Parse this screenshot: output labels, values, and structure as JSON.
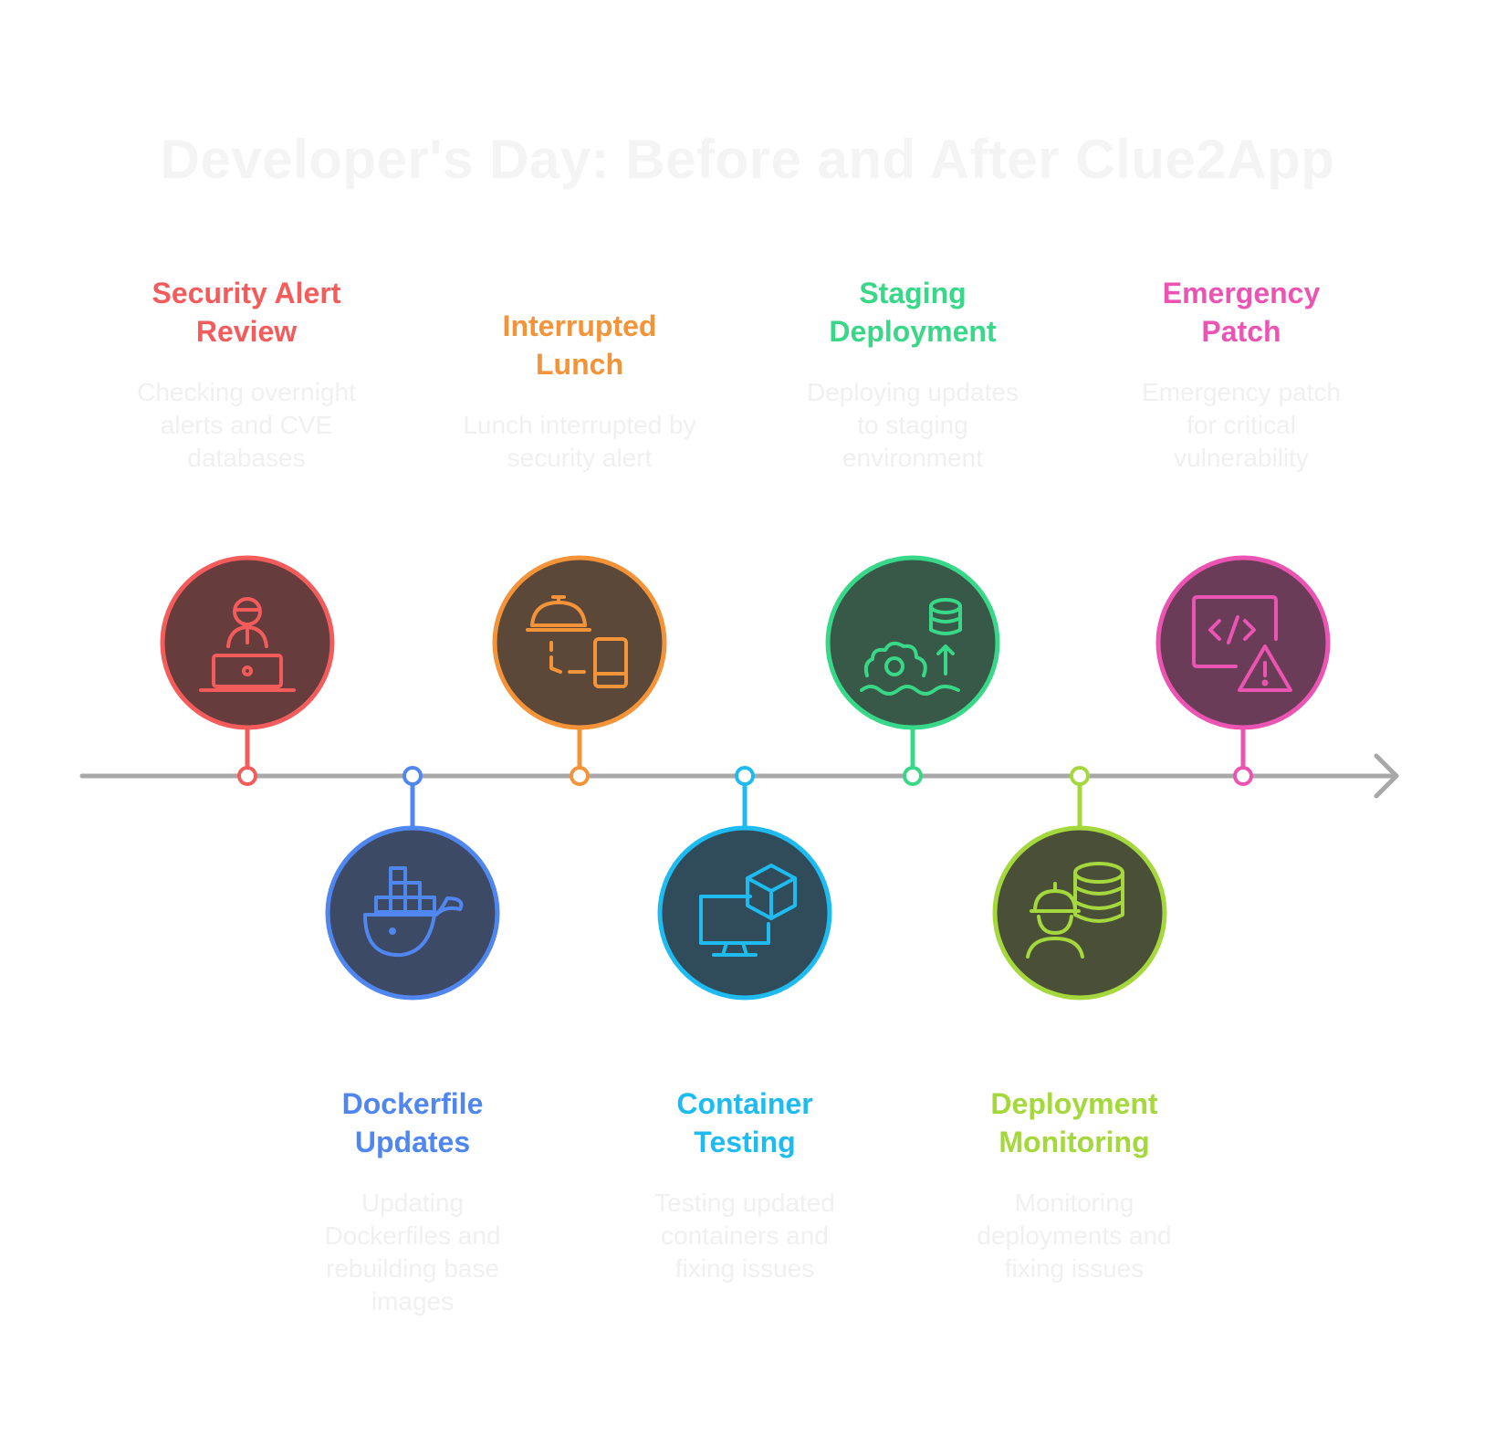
{
  "title": "Developer's Day: Before and After Clue2App",
  "steps": [
    {
      "title_line1": "Security Alert",
      "title_line2": "Review",
      "desc": [
        "Checking overnight",
        "alerts and CVE",
        "databases"
      ],
      "color": "#f45c5c",
      "fill": "#663c3c",
      "icon": "developer-laptop-icon"
    },
    {
      "title_line1": "Dockerfile",
      "title_line2": "Updates",
      "desc": [
        "Updating",
        "Dockerfiles and",
        "rebuilding base",
        "images"
      ],
      "color": "#4f86f0",
      "fill": "#3d4a66",
      "icon": "docker-whale-icon"
    },
    {
      "title_line1": "Interrupted",
      "title_line2": "Lunch",
      "desc": [
        "Lunch interrupted by",
        "security alert"
      ],
      "color": "#f49338",
      "fill": "#5c4838",
      "icon": "food-cloche-phone-icon"
    },
    {
      "title_line1": "Container",
      "title_line2": "Testing",
      "desc": [
        "Testing updated",
        "containers and",
        "fixing issues"
      ],
      "color": "#1ebbf0",
      "fill": "#304c5a",
      "icon": "monitor-cube-icon"
    },
    {
      "title_line1": "Staging",
      "title_line2": "Deployment",
      "desc": [
        "Deploying updates",
        "to staging",
        "environment"
      ],
      "color": "#38d888",
      "fill": "#385848",
      "icon": "database-ship-icon"
    },
    {
      "title_line1": "Deployment",
      "title_line2": "Monitoring",
      "desc": [
        "Monitoring",
        "deployments and",
        "fixing issues"
      ],
      "color": "#a4d83c",
      "fill": "#4a5038",
      "icon": "worker-database-icon"
    },
    {
      "title_line1": "Emergency",
      "title_line2": "Patch",
      "desc": [
        "Emergency patch",
        "for critical",
        "vulnerability"
      ],
      "color": "#ec54b4",
      "fill": "#6a3c58",
      "icon": "code-warning-icon"
    }
  ]
}
